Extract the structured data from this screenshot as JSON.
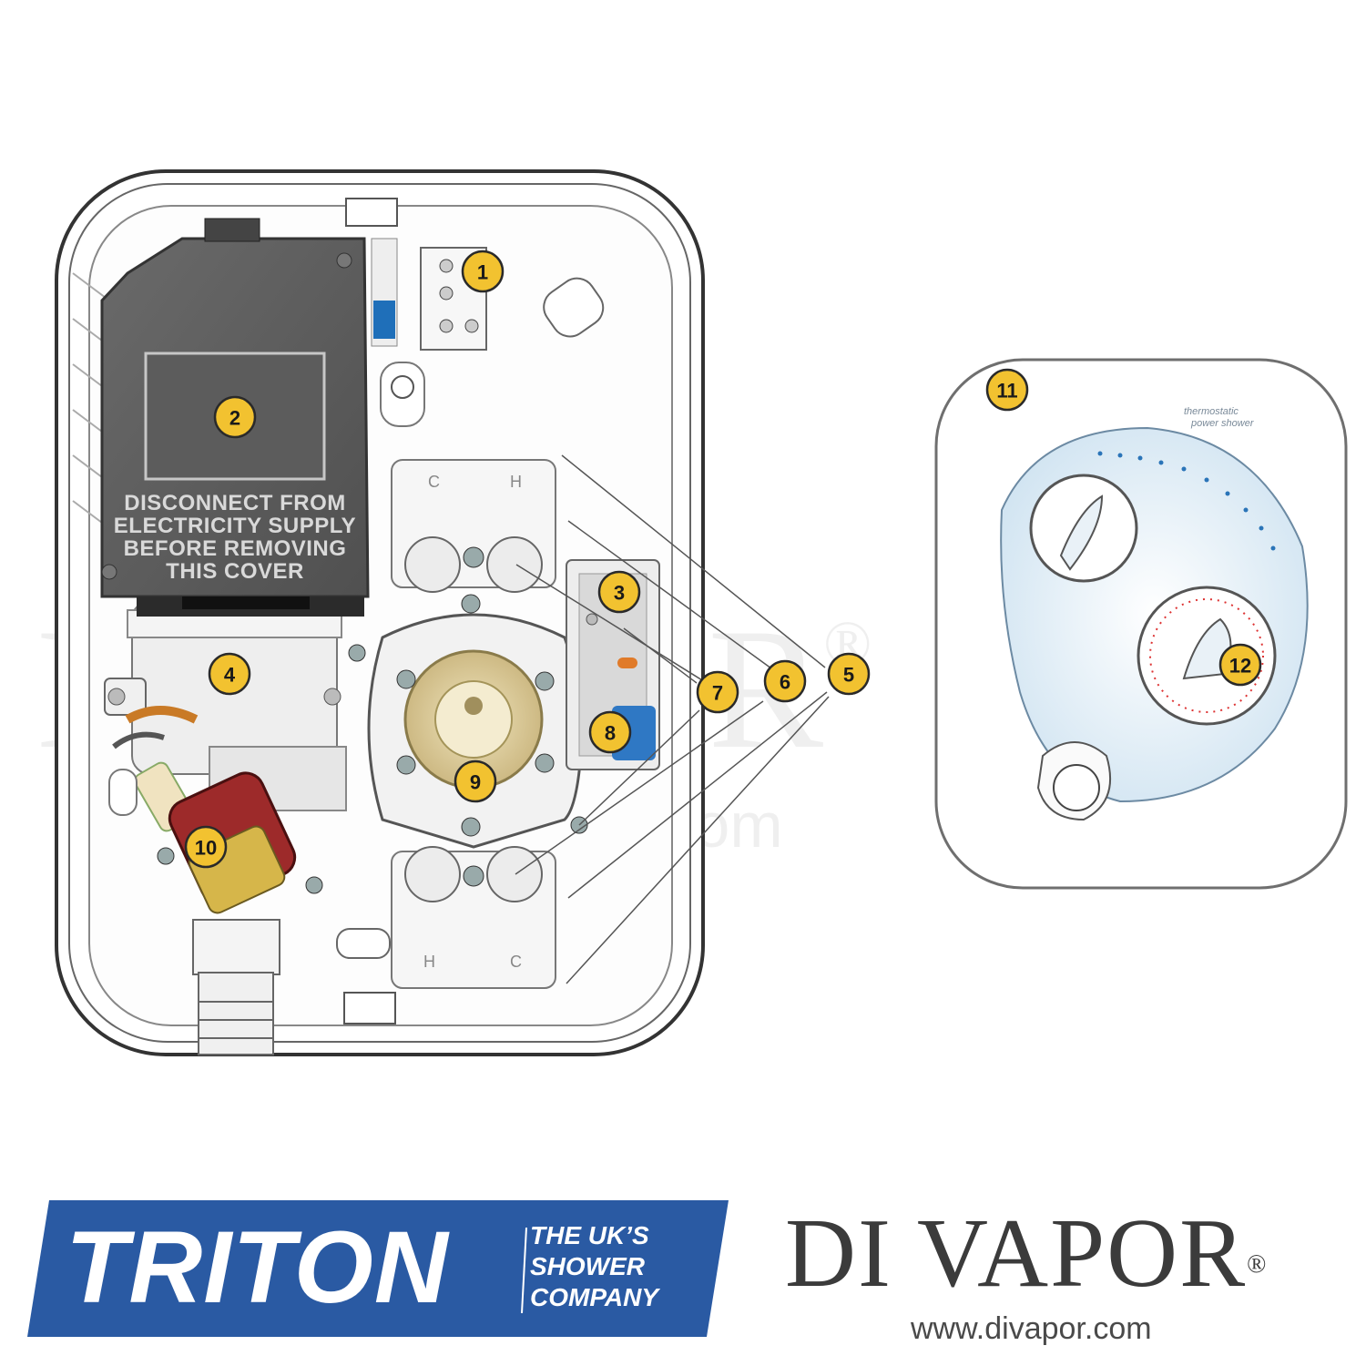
{
  "diagram": {
    "cover_warning_lines": [
      "DISCONNECT FROM",
      "ELECTRICITY SUPPLY",
      "BEFORE REMOVING",
      "THIS COVER"
    ],
    "port_labels": {
      "top_left": "C",
      "top_right": "H",
      "bottom_left": "H",
      "bottom_right": "C"
    },
    "panel_brand_lines": [
      "thermostatic",
      "power shower"
    ],
    "callouts": [
      {
        "id": "1",
        "label": "1"
      },
      {
        "id": "2",
        "label": "2"
      },
      {
        "id": "3",
        "label": "3"
      },
      {
        "id": "4",
        "label": "4"
      },
      {
        "id": "5",
        "label": "5"
      },
      {
        "id": "6",
        "label": "6"
      },
      {
        "id": "7",
        "label": "7"
      },
      {
        "id": "8",
        "label": "8"
      },
      {
        "id": "9",
        "label": "9"
      },
      {
        "id": "10",
        "label": "10"
      },
      {
        "id": "11",
        "label": "11"
      },
      {
        "id": "12",
        "label": "12"
      }
    ],
    "callout_color": "#f2c230",
    "watermark": {
      "big": "DI VAPOR",
      "reg": "®",
      "small": "www.divapor.com"
    }
  },
  "footer": {
    "triton_brand": "TRITON",
    "triton_tagline": [
      "THE UK’S",
      "SHOWER",
      "COMPANY"
    ],
    "triton_color": "#2a5aa3",
    "divapor_logo": "DI VAPOR",
    "divapor_reg": "®",
    "divapor_url": "www.divapor.com"
  }
}
